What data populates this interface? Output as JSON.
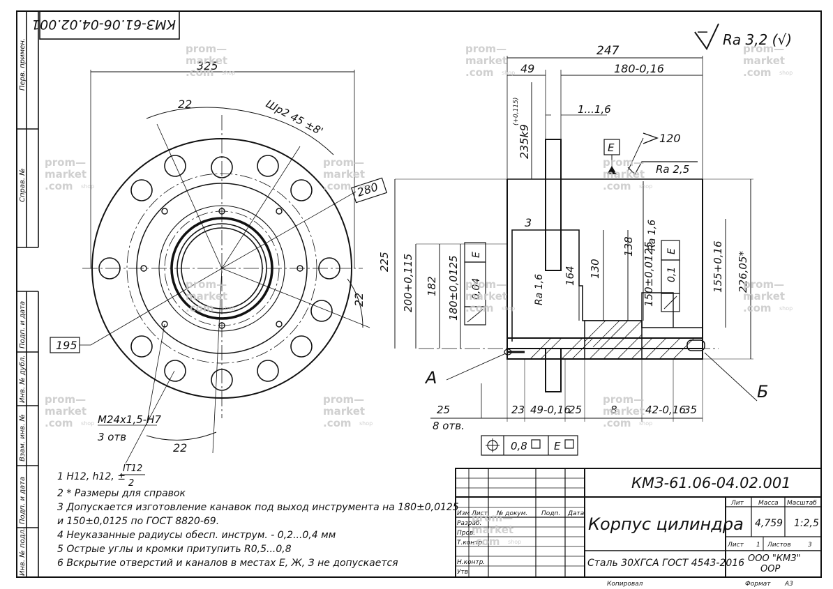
{
  "drawing": {
    "code_stamp": "КМЗ-61.06-04.02.001",
    "roughness_general": "Ra 3,2 (√)",
    "left_strip": {
      "labels": [
        "Перв. примен.",
        "Справ. №",
        "Подп. и дата",
        "Инв. № дубл.",
        "Взам. инв. №",
        "Подп. и дата",
        "Инв. № подл."
      ]
    },
    "front_view": {
      "dims": {
        "outer_diam": "325",
        "angle_22_top": "22",
        "chamfer": "Шр2 45 ±8'",
        "ref_280": "280",
        "angle_22_right": "22",
        "ref_195": "195",
        "thread": "M24x1,5-H7",
        "thread_count": "3 отв",
        "angle_22_bottom": "22",
        "height_225": "225"
      }
    },
    "section_view": {
      "dims": {
        "len_247": "247",
        "len_49": "49",
        "len_180": "180-0,16",
        "fit_235": "235k9",
        "fit_235_tol": "(+0,115)",
        "gap_1_16": "1...1,6",
        "datum_e": "E",
        "angle_120": "120",
        "ra25": "Ra 2,5",
        "three": "3",
        "d200": "200+0,115",
        "d182": "182",
        "d180": "180±0,0125",
        "tol_004": "0,04",
        "tol_e_left": "E",
        "ra16_left": "Ra 1,6",
        "d164": "164",
        "d130": "130",
        "d138": "138",
        "d150": "150±0,0125",
        "ra16_mid": "Ra 1,6",
        "tol_01": "0,1",
        "tol_e_right": "E",
        "d155": "155+0,16",
        "d22605": "226,05*",
        "b23": "23",
        "b49": "49-0,16",
        "b25": "25",
        "b8": "8",
        "b42": "42-0,16",
        "b35": "35",
        "holes_25": "25",
        "holes_8": "8 отв.",
        "pos_tol": "0,8",
        "pos_datum": "E",
        "view_a": "А",
        "view_b": "Б"
      }
    },
    "notes": [
      "1 H12, h12, ±",
      "2 * Размеры для справок",
      "3 Допускается изготовление канавок под выход инструмента на   180±0,0125",
      "и      150±0,0125 по ГОСТ  8820-69.",
      "4 Неуказанные радиусы обесп. инструм. - 0,2...0,4 мм",
      "5 Острые углы и кромки притупить R0,5...0,8",
      "6 Вскрытие отверстий и каналов в местах Е, Ж, З не допускается"
    ],
    "note1_fraction": {
      "numerator": "IT12",
      "denominator": "2"
    },
    "title_block": {
      "designation": "КМЗ-61.06-04.02.001",
      "name": "Корпус цилиндра",
      "material": "Сталь 30ХГСА  ГОСТ 4543-2016",
      "company_line1": "ООО \"КМЗ\"",
      "company_line2": "ООР",
      "mass": "4,759",
      "scale": "1:2,5",
      "sheet": "1",
      "sheets": "3",
      "hdr_lit": "Лит",
      "hdr_mass": "Масса",
      "hdr_scale": "Масштаб",
      "hdr_sheet": "Лист",
      "hdr_sheets": "Листов",
      "rows": [
        "Изм",
        "Лист",
        "№ докум.",
        "Подп.",
        "Дата",
        "Разраб.",
        "Пров.",
        "Т.контр.",
        "Н.контр.",
        "Утв."
      ],
      "copied": "Копировал",
      "format": "Формат",
      "format_value": "А3"
    },
    "watermark": {
      "line1": "prom—",
      "line2": "market",
      "line3": ".com",
      "shop": "shop"
    }
  }
}
